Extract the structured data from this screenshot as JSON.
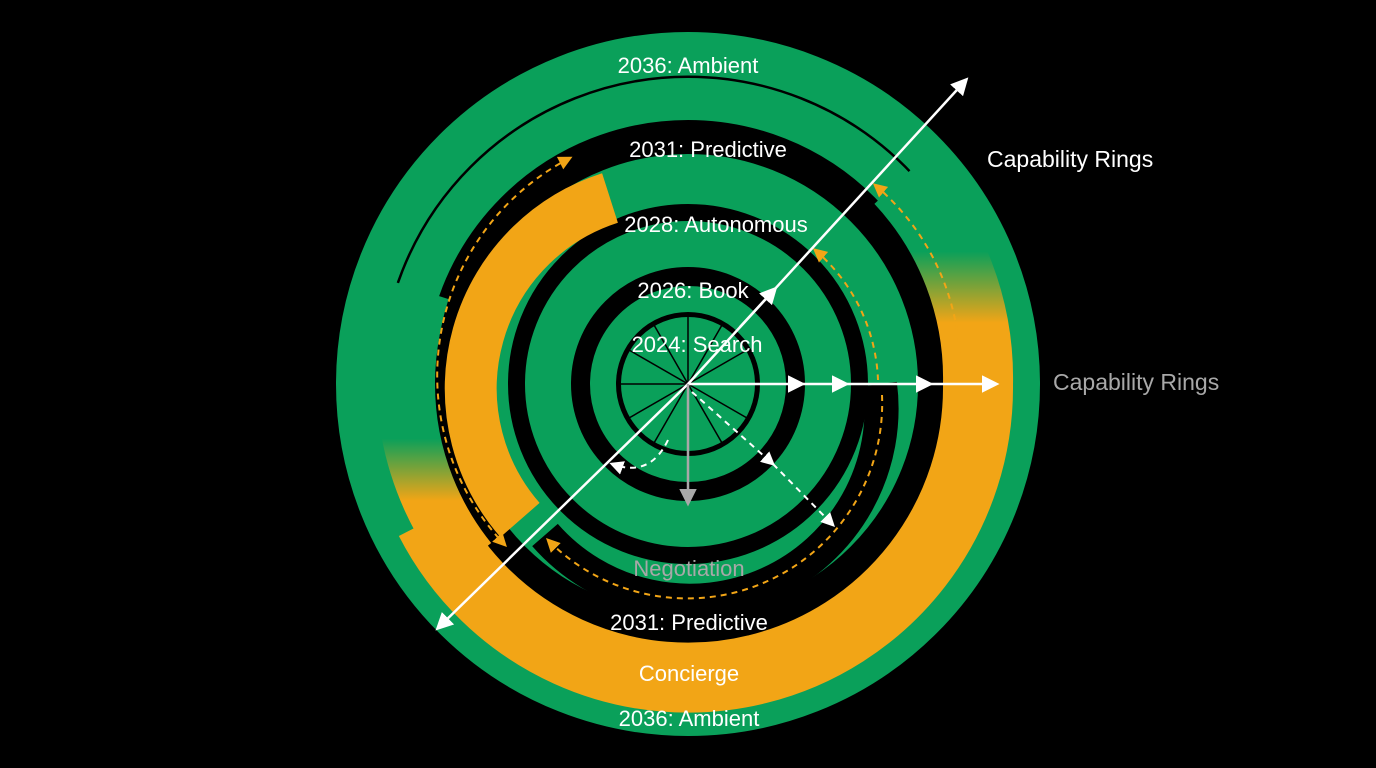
{
  "diagram": {
    "colors": {
      "background": "#000000",
      "ring_green": "#0aa05a",
      "ring_orange": "#f2a516",
      "arrow_white": "#ffffff",
      "arrow_gray": "#a8a8a8",
      "dashed_orange": "#f2a516",
      "label_gray": "#a8a8a8"
    },
    "rings": {
      "search": "2024: Search",
      "book": "2026: Book",
      "autonomous": "2028: Autonomous",
      "predictive_top": "2031: Predictive",
      "predictive_bottom": "2031: Predictive",
      "ambient_top": "2036: Ambient",
      "ambient_bottom": "2036: Ambient"
    },
    "callouts": {
      "negotiation": "Negotiation",
      "concierge": "Concierge"
    },
    "axes": {
      "diagonal_label": "Capability Rings",
      "horizontal_label": "Capability Rings"
    }
  }
}
